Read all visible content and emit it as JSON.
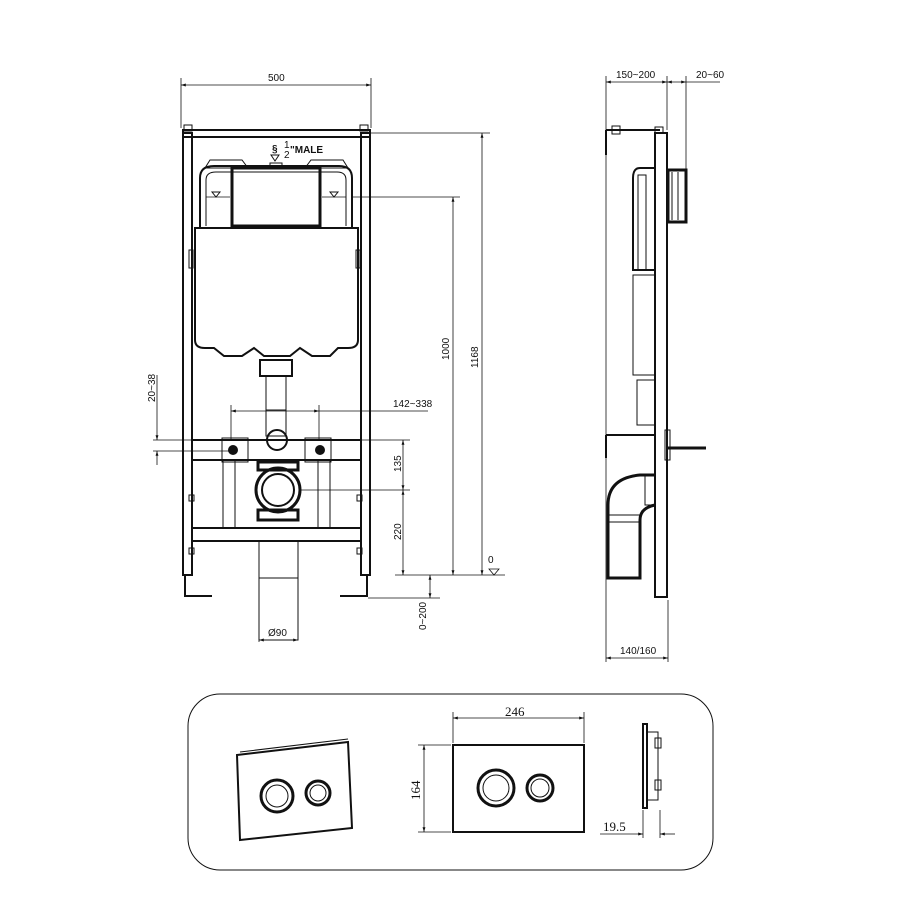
{
  "front_view": {
    "width_label": "500",
    "connection_label": "\"MALE",
    "connection_fraction_num": "1",
    "connection_fraction_den": "2",
    "height_total_label": "1168",
    "height_tank_label": "1000",
    "anchor_range_label": "20~38",
    "bolt_spacing_label": "142~338",
    "outlet_offset_label": "135",
    "outlet_height_label": "220",
    "floor_level_label": "0",
    "leg_adjust_label": "0~200",
    "pipe_diameter_label": "Ø90"
  },
  "side_view": {
    "wall_distance_label": "150~200",
    "offset_label": "20~60",
    "depth_label": "140/160"
  },
  "flush_plate": {
    "width_label": "246",
    "height_label": "164",
    "thickness_label": "19.5"
  }
}
